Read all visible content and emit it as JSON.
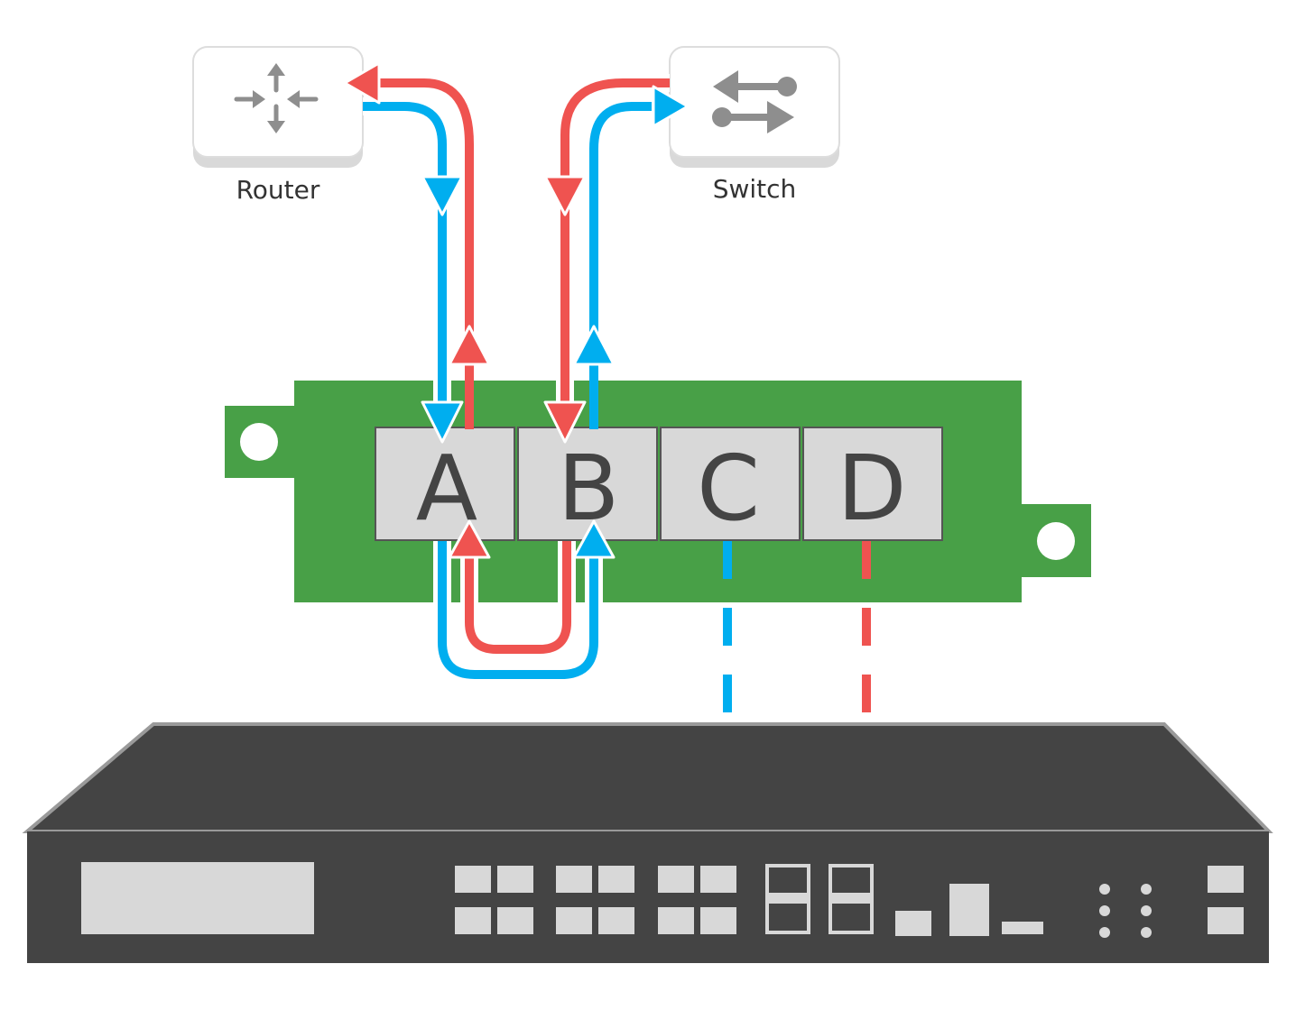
{
  "devices": {
    "router": {
      "label": "Router",
      "icon": "router-icon"
    },
    "switch": {
      "label": "Switch",
      "icon": "switch-icon"
    }
  },
  "module": {
    "ports": [
      {
        "id": "A",
        "label": "A"
      },
      {
        "id": "B",
        "label": "B"
      },
      {
        "id": "C",
        "label": "C"
      },
      {
        "id": "D",
        "label": "D"
      }
    ]
  },
  "appliance": {
    "icon": "network-appliance-icon"
  },
  "colors": {
    "blue": "#00aeef",
    "red": "#ef5350",
    "module_green": "#48a047",
    "port_gray": "#d8d8d8",
    "appliance_dark": "#444444",
    "icon_gray": "#8e8e8e"
  }
}
